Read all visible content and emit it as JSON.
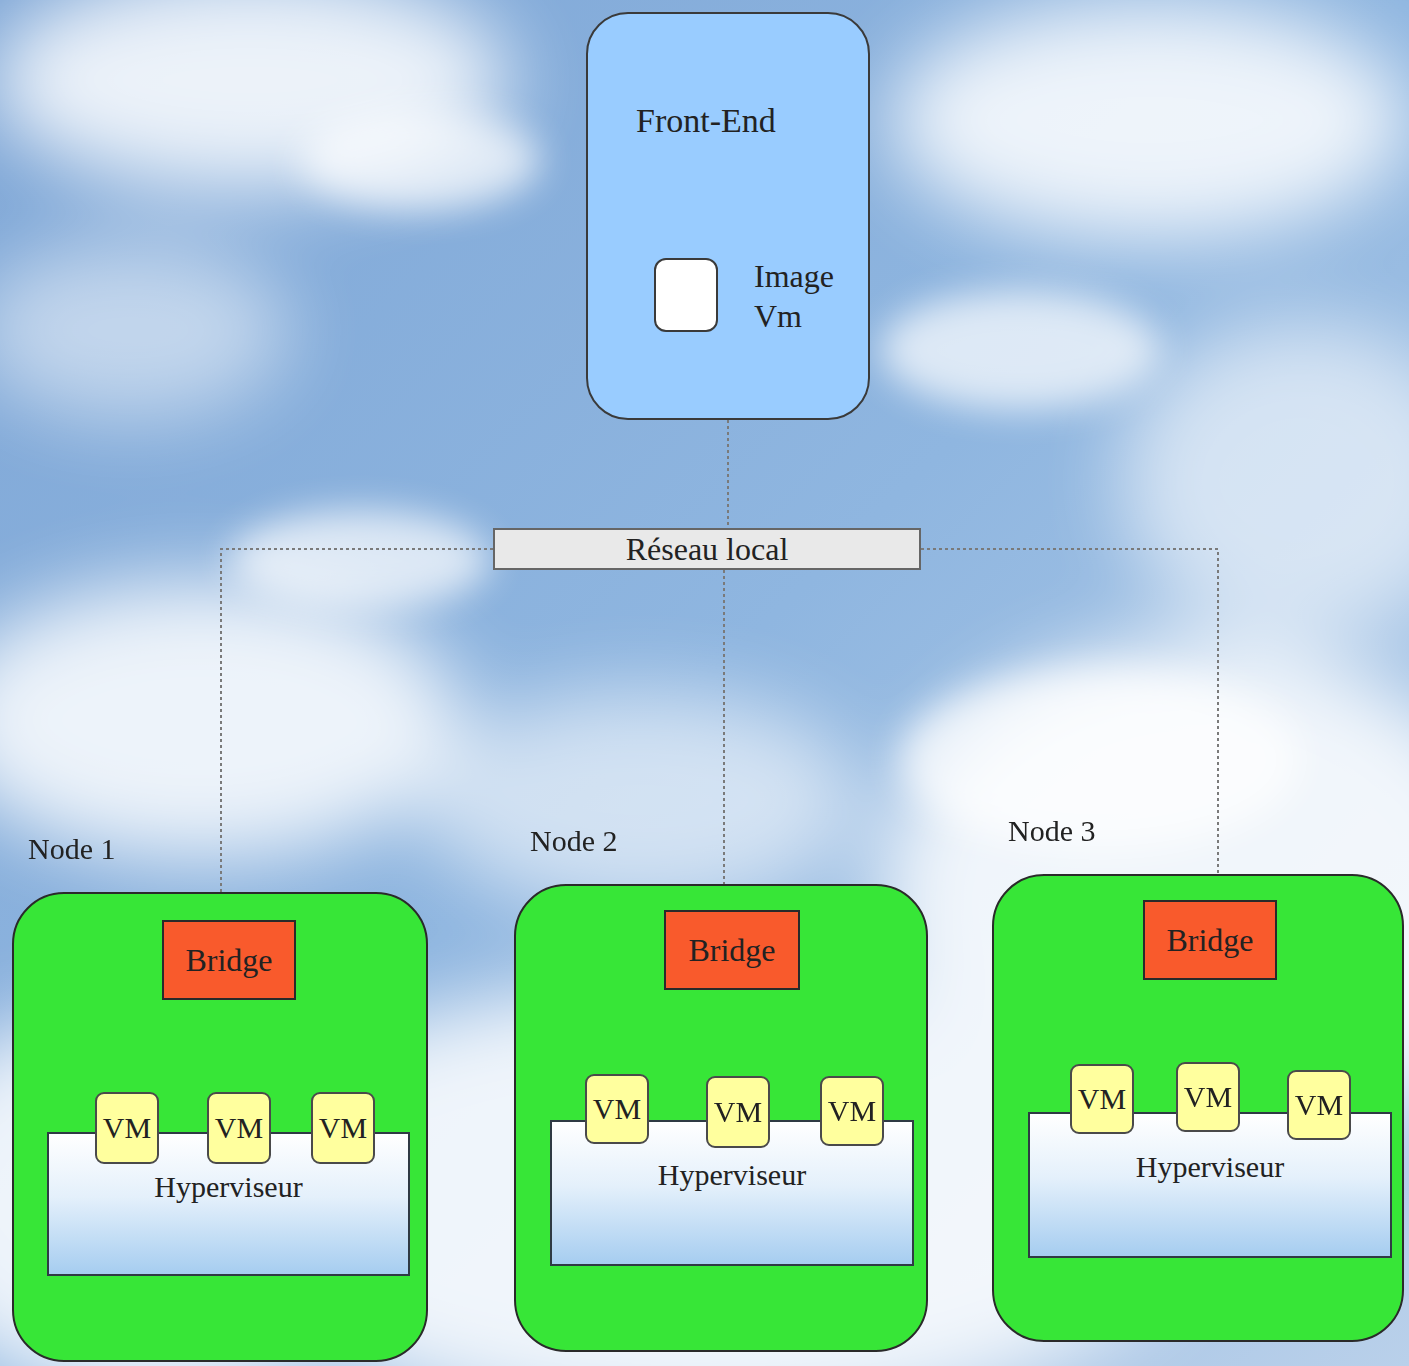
{
  "diagram": {
    "nodes": [
      {
        "text": [
          "Front-End"
        ]
      },
      {
        "text": [
          "Image Vm"
        ],
        "in": 0
      },
      {
        "text": [
          "Réseau local"
        ]
      },
      {
        "text": [
          "Node 1"
        ]
      },
      {
        "text": [
          "Bridge"
        ],
        "in": 3
      },
      {
        "text": [
          "VM"
        ],
        "in": 3
      },
      {
        "text": [
          "VM"
        ],
        "in": 3
      },
      {
        "text": [
          "VM"
        ],
        "in": 3
      },
      {
        "text": [
          "Hyperviseur"
        ],
        "in": 3
      },
      {
        "text": [
          "Node 2"
        ]
      },
      {
        "text": [
          "Bridge"
        ],
        "in": 9
      },
      {
        "text": [
          "VM"
        ],
        "in": 9
      },
      {
        "text": [
          "VM"
        ],
        "in": 9
      },
      {
        "text": [
          "VM"
        ],
        "in": 9
      },
      {
        "text": [
          "Hyperviseur"
        ],
        "in": 9
      },
      {
        "text": [
          "Node 3"
        ]
      },
      {
        "text": [
          "Bridge"
        ],
        "in": 15
      },
      {
        "text": [
          "VM"
        ],
        "in": 15
      },
      {
        "text": [
          "VM"
        ],
        "in": 15
      },
      {
        "text": [
          "VM"
        ],
        "in": 15
      },
      {
        "text": [
          "Hyperviseur"
        ],
        "in": 15
      }
    ],
    "edges": [
      {
        "from": 0,
        "to": 2,
        "arrow": "none"
      },
      {
        "from": 2,
        "to": 4,
        "arrow": "none"
      },
      {
        "from": 2,
        "to": 10,
        "arrow": "none"
      },
      {
        "from": 2,
        "to": 16,
        "arrow": "none"
      },
      {
        "from": 4,
        "to": 5,
        "arrow": "none"
      },
      {
        "from": 4,
        "to": 6,
        "arrow": "none"
      },
      {
        "from": 4,
        "to": 7,
        "arrow": "none"
      },
      {
        "from": 10,
        "to": 11,
        "arrow": "none"
      },
      {
        "from": 10,
        "to": 12,
        "arrow": "none"
      },
      {
        "from": 10,
        "to": 13,
        "arrow": "none"
      },
      {
        "from": 16,
        "to": 17,
        "arrow": "none"
      },
      {
        "from": 16,
        "to": 18,
        "arrow": "none"
      },
      {
        "from": 16,
        "to": 19,
        "arrow": "none"
      }
    ]
  }
}
